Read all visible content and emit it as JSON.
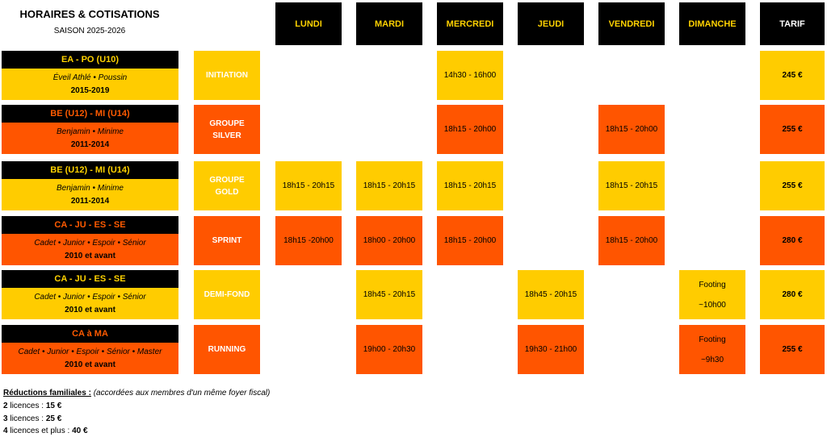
{
  "header": {
    "title": "HORAIRES & COTISATIONS",
    "season": "SAISON 2025-2026",
    "days": [
      "LUNDI",
      "MARDI",
      "MERCREDI",
      "JEUDI",
      "VENDREDI",
      "DIMANCHE"
    ],
    "tarif": "TARIF"
  },
  "rows": [
    {
      "cat": "EA - PO (U10)",
      "sub": "Éveil Athlé • Poussin",
      "years": "2015-2019",
      "group_line1": "INITIATION",
      "group_line2": "",
      "lundi": "",
      "mardi": "",
      "mercredi": "14h30 - 16h00",
      "jeudi": "",
      "vendredi": "",
      "dimanche_line1": "",
      "dimanche_line2": "",
      "tarif": "245 €"
    },
    {
      "cat": "BE (U12) - MI (U14)",
      "sub": "Benjamin • Minime",
      "years": "2011-2014",
      "group_line1": "GROUPE",
      "group_line2": "SILVER",
      "lundi": "",
      "mardi": "",
      "mercredi": "18h15 - 20h00",
      "jeudi": "",
      "vendredi": "18h15 - 20h00",
      "dimanche_line1": "",
      "dimanche_line2": "",
      "tarif": "255 €"
    },
    {
      "cat": "BE (U12) - MI (U14)",
      "sub": "Benjamin • Minime",
      "years": "2011-2014",
      "group_line1": "GROUPE",
      "group_line2": "GOLD",
      "lundi": "18h15 - 20h15",
      "mardi": "18h15 - 20h15",
      "mercredi": "18h15 - 20h15",
      "jeudi": "",
      "vendredi": "18h15 - 20h15",
      "dimanche_line1": "",
      "dimanche_line2": "",
      "tarif": "255 €"
    },
    {
      "cat": "CA - JU - ES - SE",
      "sub": "Cadet • Junior • Espoir • Sénior",
      "years": "2010 et avant",
      "group_line1": "SPRINT",
      "group_line2": "",
      "lundi": "18h15 -20h00",
      "mardi": "18h00 - 20h00",
      "mercredi": "18h15 - 20h00",
      "jeudi": "",
      "vendredi": "18h15 - 20h00",
      "dimanche_line1": "",
      "dimanche_line2": "",
      "tarif": "280 €"
    },
    {
      "cat": "CA - JU - ES - SE",
      "sub": "Cadet • Junior • Espoir • Sénior",
      "years": "2010 et avant",
      "group_line1": "DEMI-FOND",
      "group_line2": "",
      "lundi": "",
      "mardi": "18h45 - 20h15",
      "mercredi": "",
      "jeudi": "18h45 - 20h15",
      "vendredi": "",
      "dimanche_line1": "Footing",
      "dimanche_line2": "~10h00",
      "tarif": "280 €"
    },
    {
      "cat": "CA à MA",
      "sub": "Cadet • Junior • Espoir • Sénior • Master",
      "years": "2010 et avant",
      "group_line1": "RUNNING",
      "group_line2": "",
      "lundi": "",
      "mardi": "19h00 - 20h30",
      "mercredi": "",
      "jeudi": "19h30 - 21h00",
      "vendredi": "",
      "dimanche_line1": "Footing",
      "dimanche_line2": "~9h30",
      "tarif": "255 €"
    }
  ],
  "footer": {
    "heading": "Réductions familiales :",
    "note": "(accordées aux membres d'un même foyer fiscal)",
    "lines": [
      {
        "count": "2",
        "text": "licences : ",
        "amount": "15 €"
      },
      {
        "count": "3",
        "text": "licences : ",
        "amount": "25 €"
      },
      {
        "count": "4",
        "text": "licences et plus : ",
        "amount": "40 €"
      }
    ]
  },
  "colors": {
    "black": "#000000",
    "yellow": "#ffcc00",
    "orange": "#ff5500",
    "yellow_text": "#ffd200",
    "orange_text": "#ff5a00"
  }
}
